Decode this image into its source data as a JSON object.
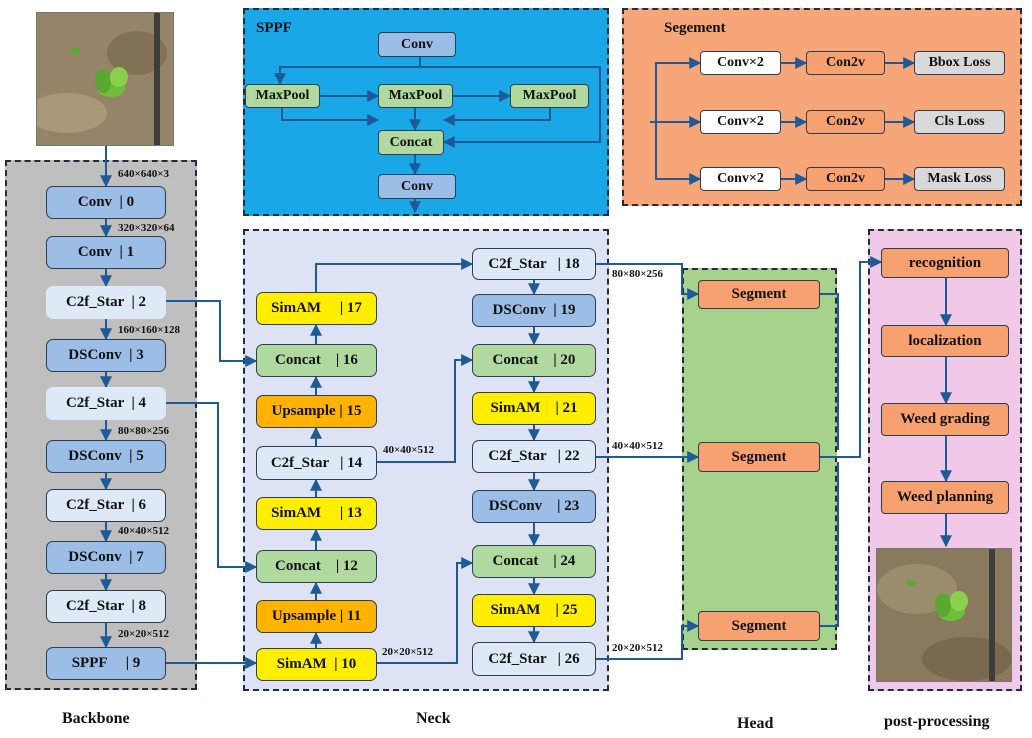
{
  "colors": {
    "backbone_bg": "#bfbfbf",
    "sppf_bg": "#1aa7e8",
    "segement_bg": "#f7a67a",
    "neck_bg": "#dde3f4",
    "head_bg": "#a6d28c",
    "post_bg": "#f2c8e8",
    "arrow": "#1f5a96"
  },
  "backbone": {
    "label": "Backbone",
    "dims": [
      "640×640×3",
      "320×320×64",
      "160×160×128",
      "80×80×256",
      "40×40×512",
      "20×20×512"
    ],
    "layers": [
      "Conv  | 0",
      "Conv  | 1",
      "C2f_Star  | 2",
      "DSConv  | 3",
      "C2f_Star  | 4",
      "DSConv  | 5",
      "C2f_Star  | 6",
      "DSConv  | 7",
      "C2f_Star  | 8",
      "SPPF     | 9"
    ]
  },
  "sppf": {
    "title": "SPPF",
    "conv_top": "Conv",
    "maxpool": [
      "MaxPool",
      "MaxPool",
      "MaxPool"
    ],
    "concat": "Concat",
    "conv_bottom": "Conv"
  },
  "segement": {
    "title": "Segement",
    "rows": [
      {
        "conv": "Conv×2",
        "con2v": "Con2v",
        "loss": "Bbox Loss"
      },
      {
        "conv": "Conv×2",
        "con2v": "Con2v",
        "loss": "Cls Loss"
      },
      {
        "conv": "Conv×2",
        "con2v": "Con2v",
        "loss": "Mask Loss"
      }
    ]
  },
  "neck": {
    "label": "Neck",
    "left": [
      "SimAM     | 17",
      "Concat    | 16",
      "Upsample | 15",
      "C2f_Star   | 14",
      "SimAM     | 13",
      "Concat    | 12",
      "Upsample | 11",
      "SimAM  | 10"
    ],
    "right": [
      "C2f_Star   | 18",
      "DSConv  | 19",
      "Concat    | 20",
      "SimAM    | 21",
      "C2f_Star   | 22",
      "DSConv    | 23",
      "Concat    | 24",
      "SimAM    | 25",
      "C2f_Star   | 26"
    ],
    "dims": {
      "d14": "40×40×512",
      "d10": "20×20×512"
    }
  },
  "head": {
    "label": "Head",
    "segments": [
      "Segment",
      "Segment",
      "Segment"
    ],
    "dims": [
      "80×80×256",
      "40×40×512",
      "20×20×512"
    ]
  },
  "post": {
    "label": "post-processing",
    "steps": [
      "recognition",
      "localization",
      "Weed grading",
      "Weed planning"
    ]
  }
}
